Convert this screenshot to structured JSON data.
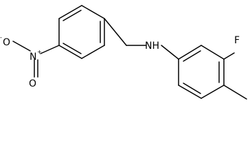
{
  "molecule": {
    "atoms": {
      "oxygen_top": "O",
      "oxygen_top_charge": "-",
      "nitrogen_nitro": "N",
      "nitrogen_nitro_charge": "+",
      "oxygen_bottom": "O",
      "amine": "NH",
      "fluorine": "F"
    }
  }
}
